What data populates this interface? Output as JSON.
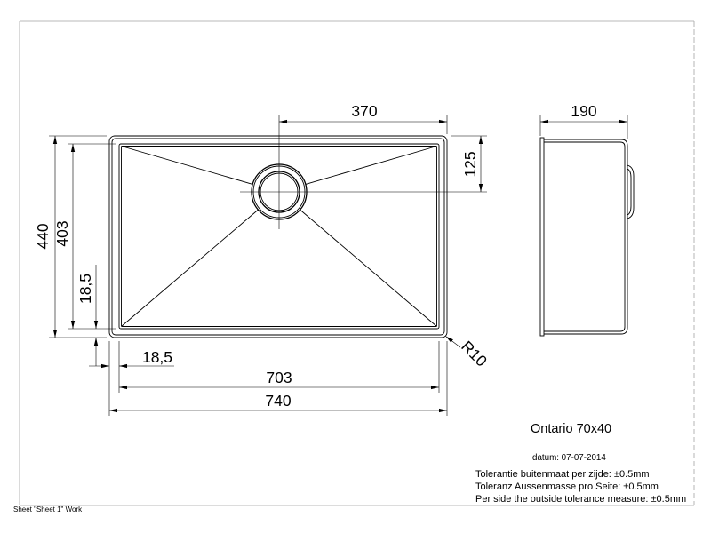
{
  "drawing": {
    "product_title": "Ontario 70x40",
    "date": "datum: 07-07-2014",
    "tolerances": [
      "Tolerantie buitenmaat per zijde: ±0.5mm",
      "Toleranz Aussenmasse pro Seite: ±0.5mm",
      "Per side the outside tolerance measure: ±0.5mm"
    ],
    "sheet_label": "Sheet \"Sheet 1\" Work"
  },
  "dimensions": {
    "drain_offset_x": "370",
    "drain_offset_y": "125",
    "side_depth": "190",
    "outer_length": "440",
    "inner_length": "403",
    "rim_vertical": "18,5",
    "rim_horizontal": "18,5",
    "inner_width": "703",
    "outer_width": "740",
    "corner_radius": "R10"
  },
  "colors": {
    "line": "#000000",
    "frame": "#a3a3a3",
    "background": "#ffffff"
  }
}
